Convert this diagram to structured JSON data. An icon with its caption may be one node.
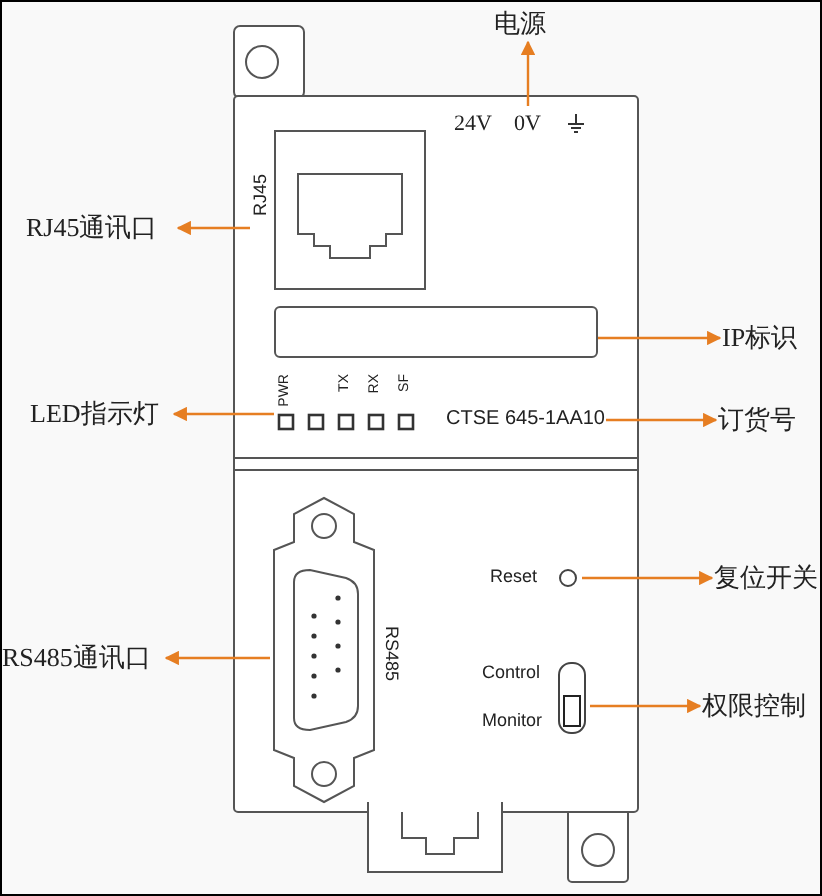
{
  "diagram": {
    "nodes": [
      {
        "text": [
          "电源"
        ]
      },
      {
        "text": [
          "24V",
          "0V"
        ]
      },
      {
        "text": [
          "RJ45通讯口"
        ]
      },
      {
        "text": [
          "RJ45"
        ]
      },
      {
        "text": [
          "IP标识"
        ]
      },
      {
        "text": [],
        "shape": "box"
      },
      {
        "text": [
          "LED指示灯"
        ]
      },
      {
        "text": [
          "PWR",
          "TX",
          "RX",
          "SF"
        ]
      },
      {
        "text": [
          "订货号"
        ]
      },
      {
        "text": [
          "CTSE 645-1AA10"
        ]
      },
      {
        "text": [
          "复位开关"
        ]
      },
      {
        "text": [
          "Reset"
        ]
      },
      {
        "text": [
          "RS485通讯口"
        ]
      },
      {
        "text": [
          "RS485"
        ]
      },
      {
        "text": [
          "权限控制"
        ]
      },
      {
        "text": [
          "Control",
          "Monitor"
        ]
      }
    ],
    "edges": [
      {
        "from": 1,
        "to": 0,
        "arrow": "to"
      },
      {
        "from": 3,
        "to": 2,
        "arrow": "to"
      },
      {
        "from": 5,
        "to": 4,
        "arrow": "to"
      },
      {
        "from": 7,
        "to": 6,
        "arrow": "to"
      },
      {
        "from": 9,
        "to": 8,
        "arrow": "to"
      },
      {
        "from": 11,
        "to": 10,
        "arrow": "to"
      },
      {
        "from": 13,
        "to": 12,
        "arrow": "to"
      },
      {
        "from": 15,
        "to": 14,
        "arrow": "to"
      }
    ]
  }
}
